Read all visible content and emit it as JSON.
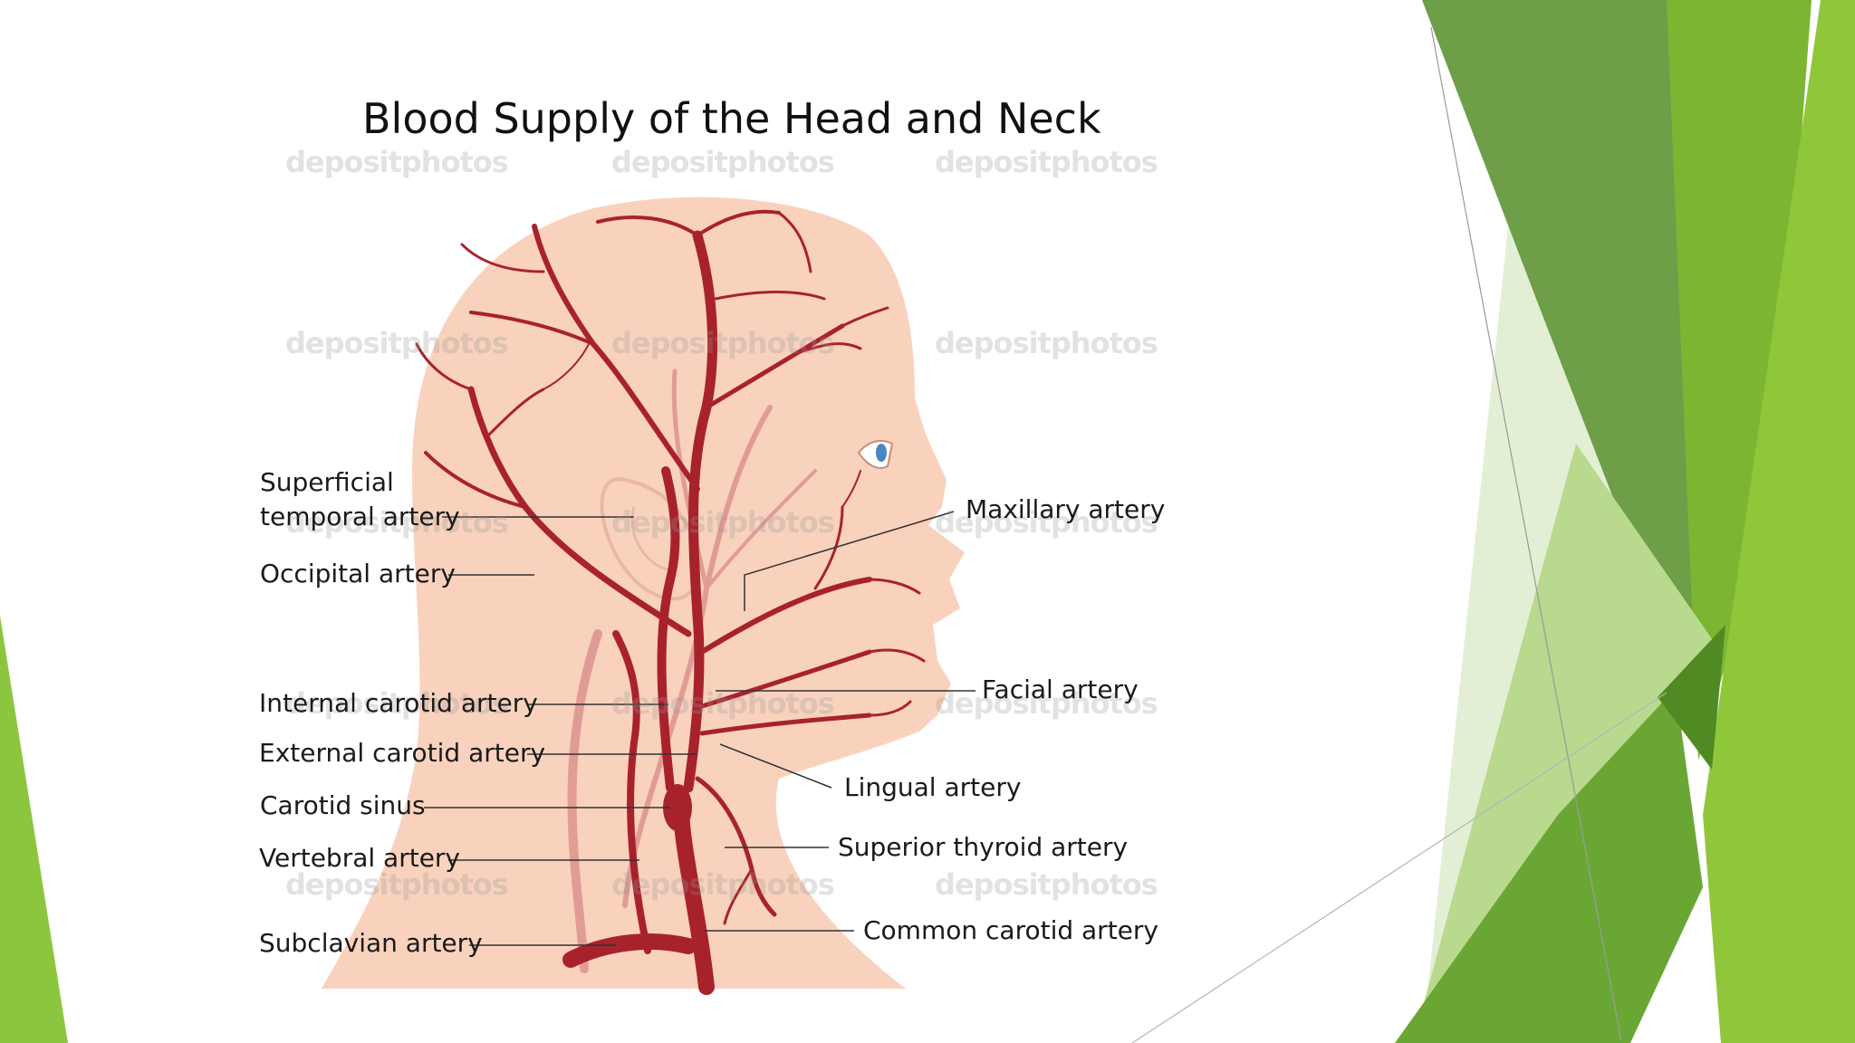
{
  "diagram": {
    "title": "Blood Supply of the Head and Neck",
    "labels": {
      "superficial_temporal_1": "Superficial",
      "superficial_temporal_2": "temporal artery",
      "occipital": "Occipital artery",
      "internal_carotid": "Internal carotid artery",
      "external_carotid": "External carotid artery",
      "carotid_sinus": "Carotid sinus",
      "vertebral": "Vertebral artery",
      "subclavian": "Subclavian artery",
      "maxillary": "Maxillary artery",
      "facial": "Facial artery",
      "lingual": "Lingual artery",
      "superior_thyroid": "Superior thyroid artery",
      "common_carotid": "Common carotid artery"
    },
    "watermark": "depositphotos"
  },
  "colors": {
    "background": "#ffffff",
    "skin": "#f9d2bd",
    "artery": "#a8222c",
    "artery_faded": "#d9898a",
    "eye": "#4a86c5",
    "green_dark": "#5a8f2c",
    "green_mid": "#7cb83a",
    "green_light": "#c5e3a3"
  }
}
